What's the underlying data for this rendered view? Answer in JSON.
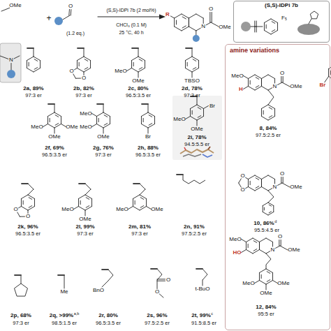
{
  "diagram": {
    "nodes": [
      {
        "text": [
          "(S,S)-IDPi 7b"
        ]
      },
      {
        "text": [
          "amine variations"
        ]
      }
    ],
    "labels": [
      "OMe",
      "+",
      "O",
      "(1.2 eq.)",
      "(S,S)-IDPi 7b (2 mol%)",
      "CHCl₃ (0.1 M)",
      "25 °C, 40 h",
      "R",
      "N",
      "O",
      "OMe",
      "F₅",
      "N",
      "2a, 89%",
      "97:3 er",
      "O",
      "O",
      "2b, 82%",
      "97:3 er",
      "MeO",
      "OMe",
      "2c, 80%",
      "96.5:3.5 er",
      "TBSO",
      "2d, 78%",
      "97:3 er",
      "MeO",
      "OMe",
      "OMe",
      "2f, 69%",
      "96.5:3.5 er",
      "MeO",
      "MeO",
      "OMe",
      "2g, 76%",
      "97:3 er",
      "Br",
      "2h, 88%",
      "96.5:3.5 er",
      "Br",
      "MeO",
      "OMe",
      "2i, 78%",
      "94.5:5.5 er",
      "O",
      "O",
      "2k, 96%",
      "96.5:3.5 er",
      "MeO",
      "OMe",
      "2l, 99%",
      "97:3 er",
      "MeO",
      "OMe",
      "2m, 81%",
      "97:3 er",
      "2n, 91%",
      "97.5:2.5 er",
      "2p, 68%",
      "97:3 er",
      "Me",
      "2q, >99%",
      "a,b",
      "98.5:1.5 er",
      "BnO",
      "2r, 80%",
      "96.5:3.5 er",
      "O",
      "O",
      "2s, 96%",
      "97.5:2.5 er",
      "t-BuO",
      "2t, 99%",
      "c",
      "91.5:8.5 er",
      "MeO",
      "H",
      "N",
      "O",
      "OMe",
      "Br",
      "8, 84%",
      "97.5:2.5 er",
      "O",
      "O",
      "N",
      "O",
      "OMe",
      "10, 86%",
      "d",
      "95.5:4.5 er",
      "MeO",
      "HO",
      "N",
      "O",
      "OMe",
      "MeO",
      "OMe",
      "OMe",
      "12, 84%",
      "95:5 er"
    ]
  }
}
